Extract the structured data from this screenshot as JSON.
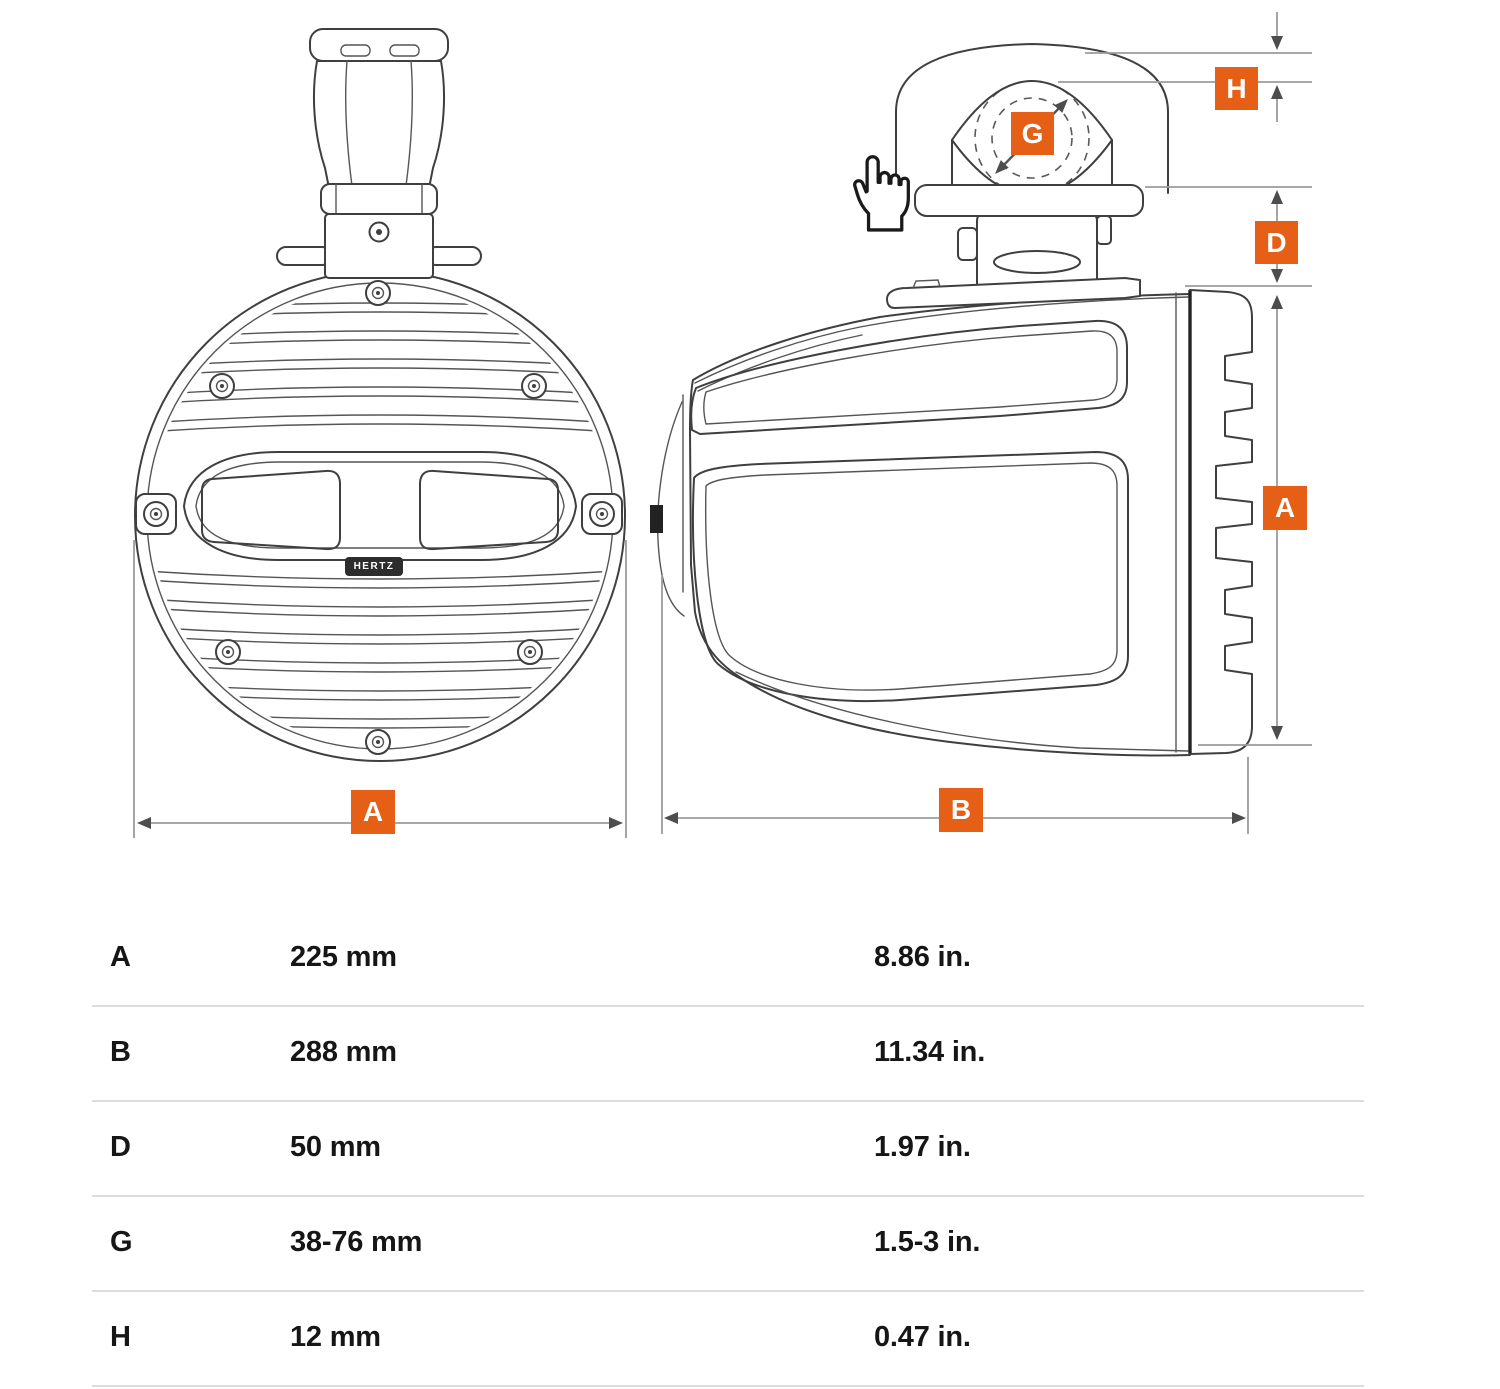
{
  "diagram": {
    "dimension_labels": {
      "A": "A",
      "B": "B",
      "D": "D",
      "G": "G",
      "H": "H"
    },
    "brand_badge": "HERTZ",
    "accent_color": "#E65F17",
    "line_color": "#9b9b9b",
    "icons": {
      "cursor": "hand-pointer-icon"
    }
  },
  "dimensions_table": {
    "rows": [
      {
        "letter": "A",
        "mm": "225 mm",
        "inches": "8.86 in."
      },
      {
        "letter": "B",
        "mm": "288 mm",
        "inches": "11.34 in."
      },
      {
        "letter": "D",
        "mm": "50 mm",
        "inches": "1.97 in."
      },
      {
        "letter": "G",
        "mm": "38-76 mm",
        "inches": "1.5-3 in."
      },
      {
        "letter": "H",
        "mm": "12 mm",
        "inches": "0.47 in."
      }
    ]
  }
}
